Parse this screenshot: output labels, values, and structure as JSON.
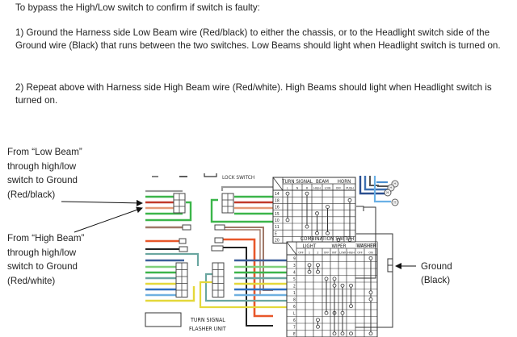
{
  "instructions": {
    "intro": "To bypass the High/Low switch to confirm if switch is faulty:",
    "step1": "1)  Ground the Harness side Low Beam wire (Red/black) to either the chassis, or to the Headlight switch side of the Ground wire (Black) that runs between the two switches. Low Beams should light when Headlight switch is turned on.",
    "step2": "2) Repeat above with Harness side High Beam wire (Red/white).  High Beams should light when Headlight switch is turned on."
  },
  "annotations": {
    "low_beam": "From “Low Beam” through high/low switch to Ground (Red/black)",
    "high_beam": "From “High Beam” through high/low switch to Ground (Red/white)",
    "ground_line1": "Ground",
    "ground_line2": "(Black)"
  },
  "diagram": {
    "lock_switch_label": "LOCK SWITCH",
    "turn_signal_label_1": "TURN SIGNAL",
    "turn_signal_label_2": "FLASHER UNIT",
    "upper_switch": {
      "groups": [
        "TURN SIGNAL",
        "BEAM",
        "HORN"
      ],
      "columns": [
        "L",
        "N",
        "R",
        "HIGH",
        "LOW",
        "OFF",
        "PUSH"
      ],
      "rows": [
        "14",
        "18",
        "16",
        "15",
        "10",
        "11",
        "E",
        "20"
      ]
    },
    "combination_switch": {
      "title": "COMBINATION SWITCH",
      "groups": [
        "LIGHT",
        "WIPER",
        "WASHER"
      ],
      "columns": [
        "OFF",
        "1",
        "2",
        "OFF",
        "INT",
        "LOW",
        "HIGH",
        "OFF",
        "ON"
      ],
      "rows": [
        "9",
        "3",
        "4",
        "5",
        "2",
        "1",
        "8",
        "6",
        "L",
        "6",
        "7",
        "E"
      ]
    },
    "colors": {
      "red": "#d9452b",
      "red_black": "#c0392b",
      "orange": "#e8572a",
      "salmon": "#e49a78",
      "green": "#3bb54a",
      "light_green": "#7fd07a",
      "teal": "#6aa6a0",
      "blue": "#2f6fbf",
      "light_blue": "#6fb0e0",
      "navy": "#3b5f9a",
      "yellow": "#e4d83a",
      "gray": "#9a9a9a",
      "brown": "#a07868",
      "black": "#222222"
    }
  }
}
